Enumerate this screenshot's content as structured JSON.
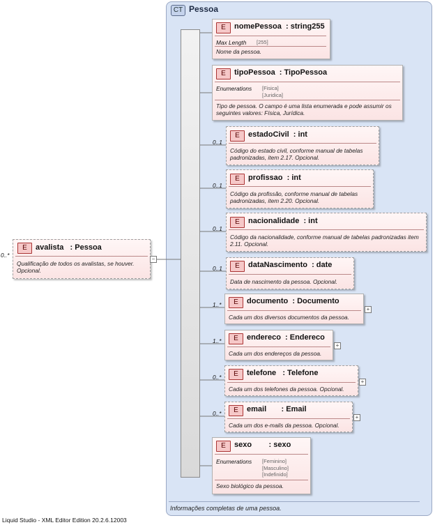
{
  "complex_type": {
    "badge": "CT",
    "name": "Pessoa",
    "documentation": "Informações completas de uma pessoa."
  },
  "root": {
    "badge": "E",
    "name": "avalista   : Pessoa",
    "cardinality": "0..*",
    "documentation": "Qualificação de todos os avalistas, se houver. Opcional."
  },
  "elements": [
    {
      "badge": "E",
      "name": "nomePessoa  : string255",
      "cardinality": "",
      "facet_label": "Max Length",
      "facet_values": "[255]",
      "documentation": "Nome da pessoa."
    },
    {
      "badge": "E",
      "name": "tipoPessoa  : TipoPessoa",
      "cardinality": "",
      "facet_label": "Enumerations",
      "facet_values": "[Fisica]\n[Juridica]",
      "documentation": "Tipo de pessoa. O campo é uma lista enumerada e pode assumir os seguintes valores: Física, Jurídica."
    },
    {
      "badge": "E",
      "name": "estadoCivil  : int",
      "cardinality": "0..1",
      "documentation": "Código do estado civil, conforme manual de tabelas padronizadas, item 2.17. Opcional."
    },
    {
      "badge": "E",
      "name": "profissao  : int",
      "cardinality": "0..1",
      "documentation": "Código da profissão, conforme manual de tabelas padronizadas, item 2.20. Opcional."
    },
    {
      "badge": "E",
      "name": "nacionalidade  : int",
      "cardinality": "0..1",
      "documentation": "Código da nacionalidade, conforme manual de tabelas padronizadas item 2.11. Opcional."
    },
    {
      "badge": "E",
      "name": "dataNascimento  : date",
      "cardinality": "0..1",
      "documentation": "Data de nascimento da pessoa. Opcional."
    },
    {
      "badge": "E",
      "name": "documento  : Documento",
      "cardinality": "1..*",
      "documentation": "Cada um dos diversos documentos da pessoa."
    },
    {
      "badge": "E",
      "name": "endereco  : Endereco",
      "cardinality": "1..*",
      "documentation": "Cada um dos endereços da pessoa."
    },
    {
      "badge": "E",
      "name": "telefone   : Telefone",
      "cardinality": "0..*",
      "documentation": "Cada um dos telefones da pessoa. Opcional."
    },
    {
      "badge": "E",
      "name": "email       : Email",
      "cardinality": "0..*",
      "documentation": "Cada um dos e-mails da pessoa. Opcional."
    },
    {
      "badge": "E",
      "name": "sexo        : sexo",
      "cardinality": "",
      "facet_label": "Enumerations",
      "facet_values": "[Feminino]\n[Masculino]\n[Indefinido]",
      "documentation": "Sexo biológico da pessoa."
    }
  ],
  "footer": "Liquid Studio - XML Editor Edition 20.2.6.12003"
}
